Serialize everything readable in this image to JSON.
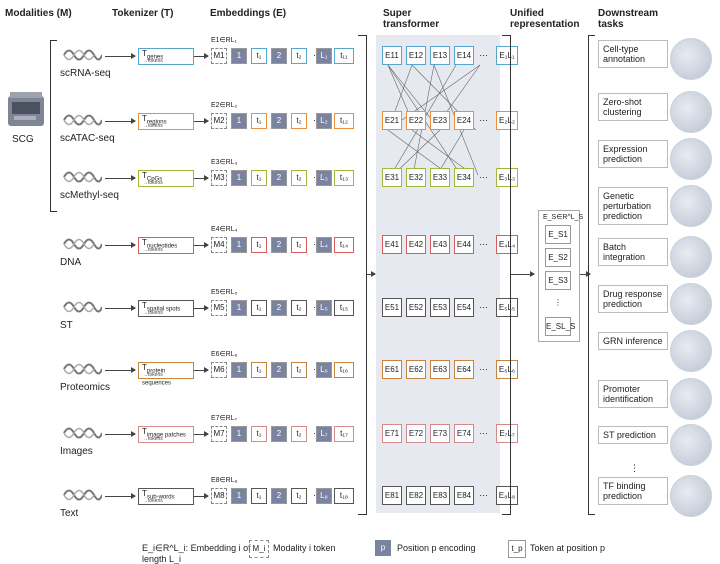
{
  "headers": {
    "modalities": "Modalities (M)",
    "tokenizer": "Tokenizer (T)",
    "embeddings": "Embeddings (E)",
    "super_transformer": "Super transformer",
    "unified": "Unified representation",
    "downstream": "Downstream tasks"
  },
  "scg_label": "SCG",
  "rows": [
    {
      "modality": "scRNA-seq",
      "token": "T",
      "token_sub": "genes",
      "emb_i": "1",
      "Lsup": "L₁",
      "tl": "t₁₁",
      "e_last": "E₁L₁",
      "color": "#56a7cf"
    },
    {
      "modality": "scATAC-seq",
      "token": "T",
      "token_sub": "regions",
      "emb_i": "2",
      "Lsup": "L₂",
      "tl": "t₁₂",
      "e_last": "E₂L₂",
      "color": "#e8913a"
    },
    {
      "modality": "scMethyl-seq",
      "token": "T",
      "token_sub": "CpGs",
      "emb_i": "3",
      "Lsup": "L₃",
      "tl": "t₁₃",
      "e_last": "E₃L₃",
      "color": "#a3b73a"
    },
    {
      "modality": "DNA",
      "token": "T",
      "token_sub": "nucleotides",
      "emb_i": "4",
      "Lsup": "L₄",
      "tl": "t₁₄",
      "e_last": "E₄L₄",
      "color": "#d95a5a"
    },
    {
      "modality": "ST",
      "token": "T",
      "token_sub": "spatial spots",
      "emb_i": "5",
      "Lsup": "L₅",
      "tl": "t₁₅",
      "e_last": "E₅L₅",
      "color": "#555555"
    },
    {
      "modality": "Proteomics",
      "token": "T",
      "token_sub": "protein sequences",
      "emb_i": "6",
      "Lsup": "L₆",
      "tl": "t₁₆",
      "e_last": "E₆L₆",
      "color": "#c7843e"
    },
    {
      "modality": "Images",
      "token": "T",
      "token_sub": "image patches",
      "emb_i": "7",
      "Lsup": "L₇",
      "tl": "t₁₇",
      "e_last": "E₇L₇",
      "color": "#d48a8a"
    },
    {
      "modality": "Text",
      "token": "T",
      "token_sub": "sub-words",
      "emb_i": "8",
      "Lsup": "L₈",
      "tl": "t₁₈",
      "e_last": "E₈L₈",
      "color": "#555555"
    }
  ],
  "tokens_label": "→tokens",
  "unified": {
    "title": "E_S∈R^L_S",
    "cells": [
      "E_S1",
      "E_S2",
      "E_S3",
      "⋮",
      "E_SL_S"
    ]
  },
  "tasks": [
    "Cell-type annotation",
    "Zero-shot clustering",
    "Expression prediction",
    "Genetic perturbation prediction",
    "Batch integration",
    "Drug response prediction",
    "GRN inference",
    "Promoter identification",
    "ST prediction",
    "⋮",
    "TF binding prediction"
  ],
  "legend": {
    "emb": "E_i∈R^L_i: Embedding i of length L_i",
    "mod": "Modality i token",
    "pos": "Position p encoding",
    "tok": "Token at position p",
    "mod_sym": "M_i",
    "pos_sym": "p",
    "tok_sym": "t_p"
  },
  "icon_names": [
    "sequencer-icon",
    "wave-icon",
    "dna-icon",
    "tissue-icon",
    "protein-icon",
    "image-icon",
    "document-icon"
  ]
}
